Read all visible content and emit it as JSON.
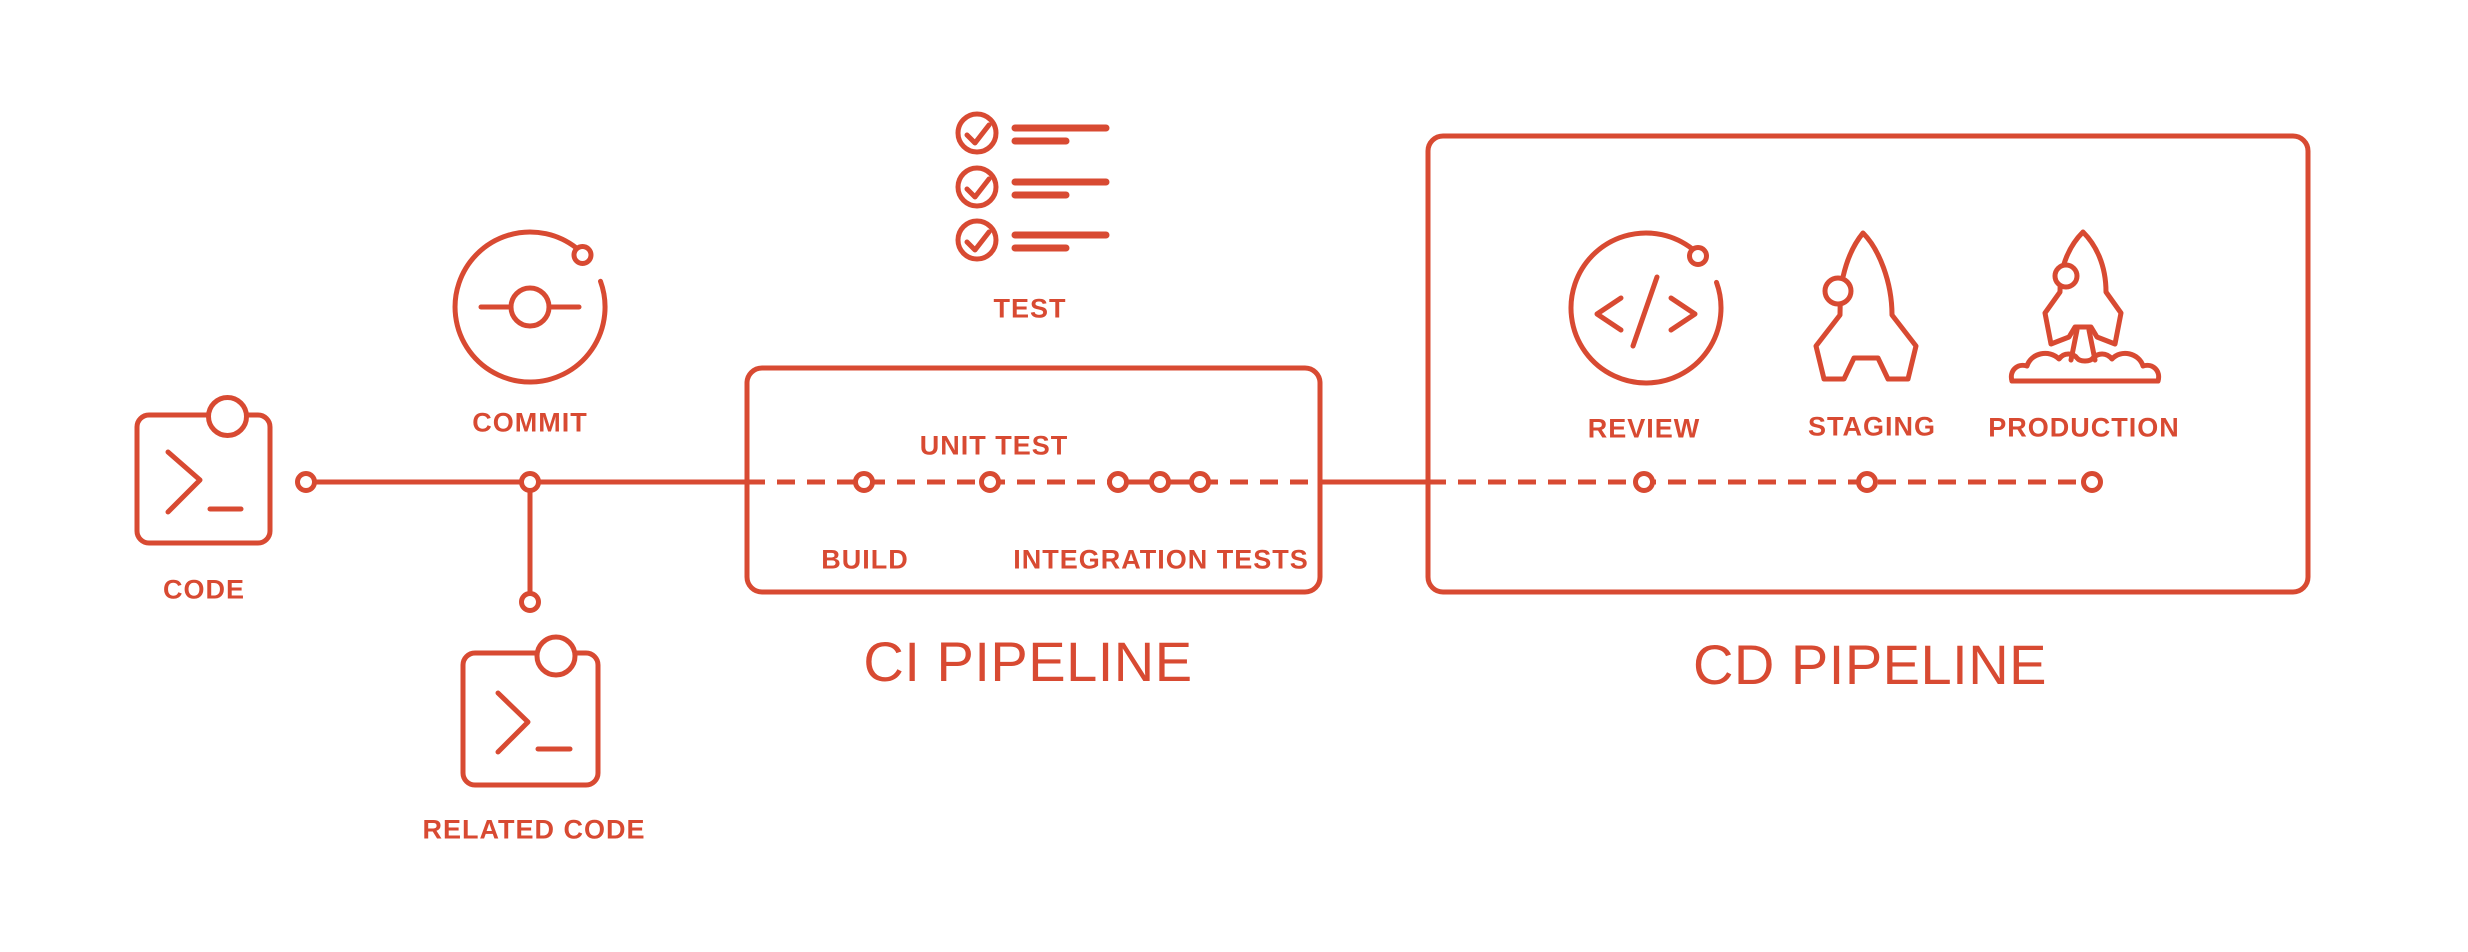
{
  "palette": {
    "accent": "#d84a32",
    "background": "#ffffff"
  },
  "flow": {
    "code": {
      "label": "CODE"
    },
    "commit": {
      "label": "COMMIT"
    },
    "related_code": {
      "label": "RELATED CODE"
    },
    "test": {
      "label": "TEST"
    },
    "ci": {
      "title": "CI PIPELINE",
      "stages": {
        "build": "BUILD",
        "unit_test": "UNIT TEST",
        "integration_tests": "INTEGRATION TESTS"
      }
    },
    "cd": {
      "title": "CD PIPELINE",
      "stages": {
        "review": "REVIEW",
        "staging": "STAGING",
        "production": "PRODUCTION"
      }
    }
  }
}
